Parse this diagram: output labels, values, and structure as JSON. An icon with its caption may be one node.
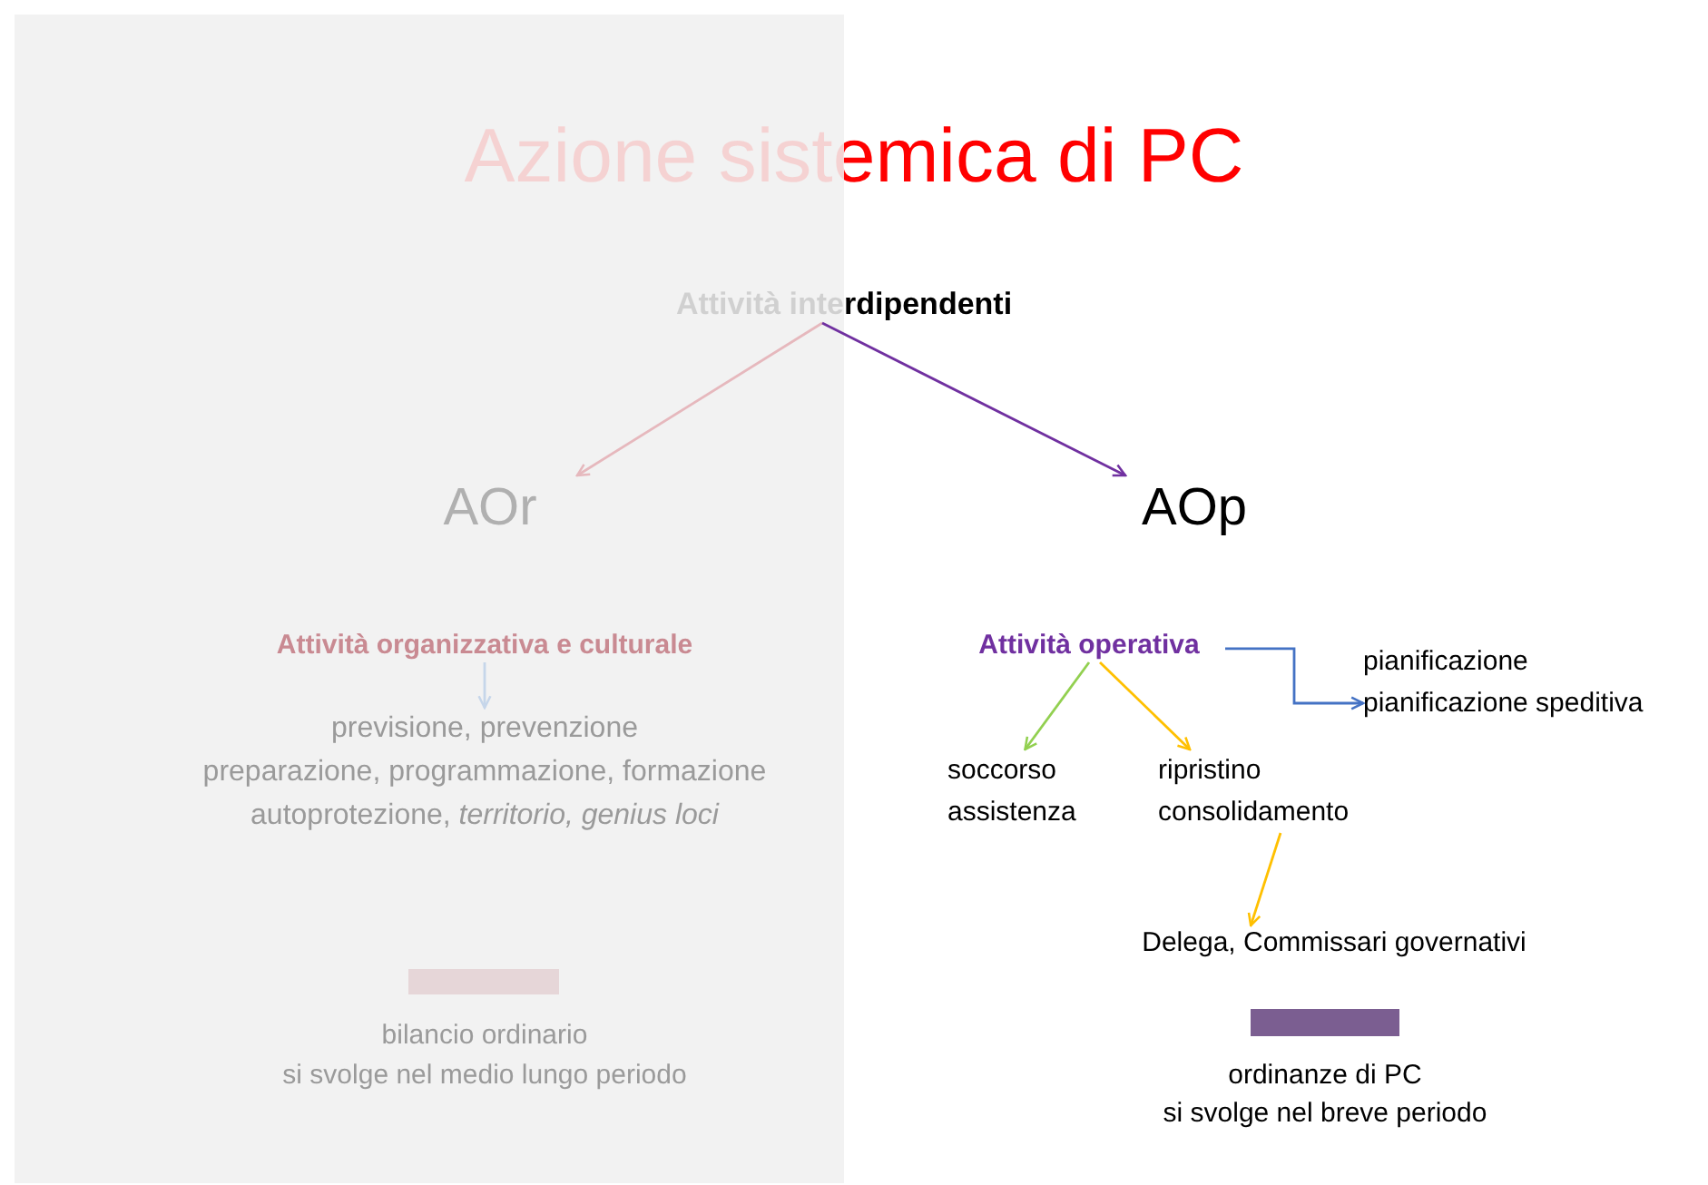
{
  "diagram": {
    "title": "Azione sistemica di PC",
    "nodes": [
      {
        "text": [
          "Attività interdipendenti"
        ]
      },
      {
        "text": [
          "AOr"
        ]
      },
      {
        "text": [
          "AOp"
        ]
      },
      {
        "text": [
          "Attività organizzativa e culturale"
        ]
      },
      {
        "text": [
          "previsione, prevenzione",
          "preparazione, programmazione, formazione",
          "autoprotezione, *territorio, genius loci*"
        ]
      },
      {
        "text": [
          "Attività operativa"
        ]
      },
      {
        "text": [
          "pianificazione",
          "pianificazione speditiva"
        ]
      },
      {
        "text": [
          "soccorso",
          "assistenza"
        ]
      },
      {
        "text": [
          "ripristino",
          "consolidamento"
        ]
      },
      {
        "text": [
          "Delega, Commissari governativi"
        ]
      },
      {
        "text": [],
        "shape": "bar"
      },
      {
        "text": [],
        "shape": "bar"
      }
    ],
    "edges": [
      {
        "from": 0,
        "to": 1,
        "arrow": "to",
        "color": "#e6b8bd"
      },
      {
        "from": 0,
        "to": 2,
        "arrow": "to",
        "color": "#7030a0"
      },
      {
        "from": 3,
        "to": 4,
        "arrow": "to",
        "color": "#c6d6ea"
      },
      {
        "from": 5,
        "to": 6,
        "arrow": "to",
        "color": "#4472c4"
      },
      {
        "from": 5,
        "to": 7,
        "arrow": "to",
        "color": "#92d050"
      },
      {
        "from": 5,
        "to": 8,
        "arrow": "to",
        "color": "#ffc000"
      },
      {
        "from": 8,
        "to": 9,
        "arrow": "to",
        "color": "#ffc000"
      }
    ],
    "labels": [
      "bilancio ordinario",
      "si svolge nel medio lungo periodo",
      "ordinanze di PC",
      "si svolge nel breve periodo"
    ]
  }
}
